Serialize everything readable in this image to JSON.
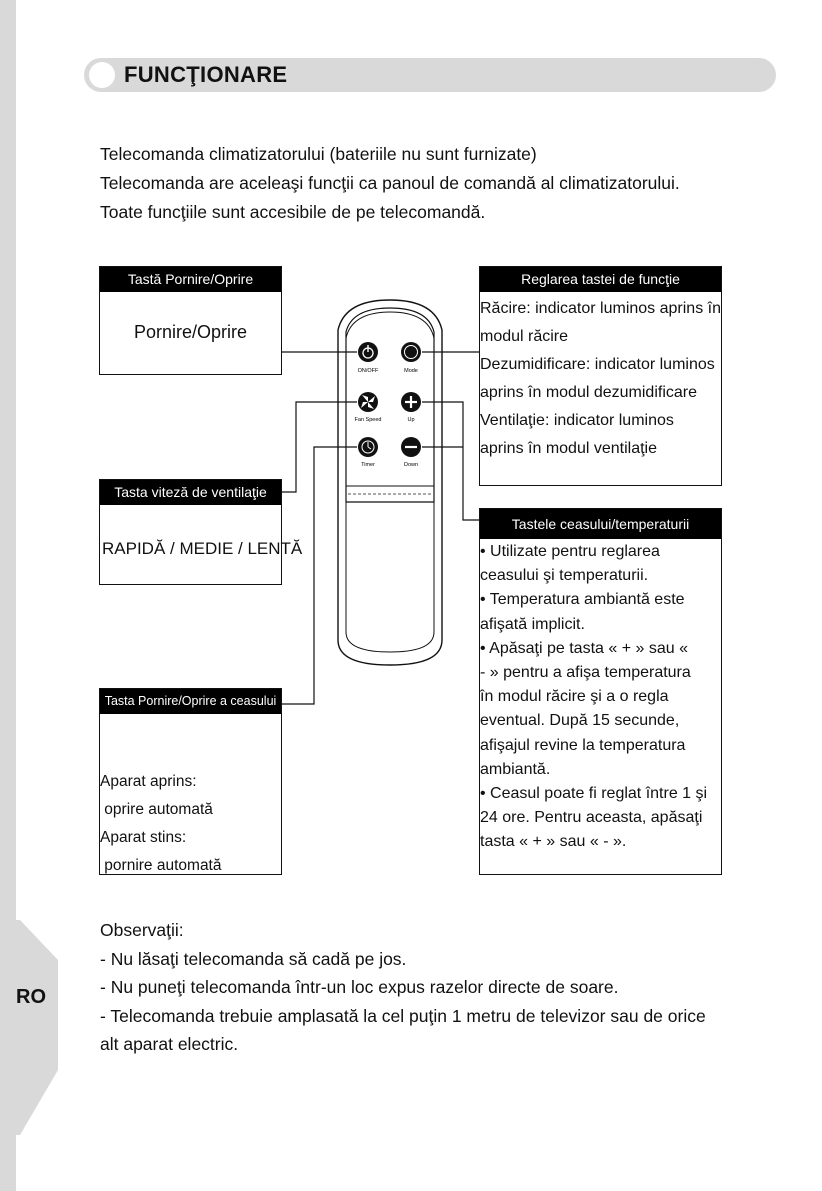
{
  "side_tab": {
    "label": "RO"
  },
  "header": {
    "title": "FUNCŢIONARE"
  },
  "intro": [
    "Telecomanda climatizatorului (bateriile nu sunt furnizate)",
    "Telecomanda are aceleaşi funcţii ca panoul de comandă al climatizatorului.",
    "Toate funcţiile sunt accesibile de pe telecomandă."
  ],
  "boxes": {
    "power": {
      "title": "Tastă Pornire/Oprire",
      "body": "Pornire/Oprire"
    },
    "fan": {
      "title": "Tasta viteză de ventilaţie",
      "body": "RAPIDĂ / MEDIE / LENTĂ"
    },
    "timer": {
      "title": "Tasta Pornire/Oprire a ceasului",
      "lines": [
        "Aparat aprins:",
        " oprire automată",
        "Aparat stins:",
        " pornire automată"
      ]
    },
    "mode": {
      "title": "Reglarea tastei de funcţie",
      "lines": [
        "Răcire: indicator luminos aprins în",
        "modul răcire",
        "Dezumidificare: indicator luminos",
        "aprins în modul dezumidificare",
        "Ventilaţie: indicator luminos",
        "aprins în modul ventilaţie"
      ]
    },
    "clock": {
      "title": "Tastele ceasului/temperaturii",
      "lines": [
        "• Utilizate pentru reglarea",
        "ceasului şi temperaturii.",
        "• Temperatura ambiantă este",
        "afişată implicit.",
        "• Apăsaţi pe tasta « + » sau «",
        "- » pentru a afişa temperatura",
        "în modul răcire şi a o regla",
        "eventual. După 15 secunde,",
        "afişajul revine la temperatura",
        "ambiantă.",
        "• Ceasul poate fi reglat între 1 şi",
        "24 ore. Pentru aceasta, apăsaţi",
        "tasta « + » sau « - »."
      ]
    }
  },
  "remote": {
    "labels": {
      "onoff": "ON/OFF",
      "mode": "Mode",
      "fan": "Fan Speed",
      "up": "Up",
      "timer": "Timer",
      "down": "Down"
    }
  },
  "observations": {
    "heading": "Observaţii:",
    "items": [
      "- Nu lăsaţi telecomanda să cadă pe jos.",
      "- Nu puneţi telecomanda într-un loc expus razelor directe de soare.",
      "- Telecomanda trebuie amplasată la cel puţin 1 metru de televizor sau de orice alt aparat electric."
    ]
  }
}
